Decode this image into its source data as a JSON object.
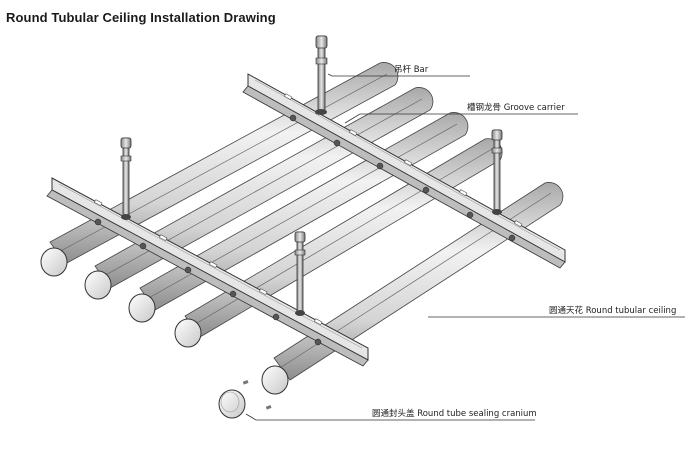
{
  "title": "Round Tubular Ceiling Installation Drawing",
  "callouts": {
    "bar": "吊杆 Bar",
    "groove_carrier": "槽钢龙骨 Groove carrier",
    "ceiling": "圆通天花 Round tubular ceiling",
    "cap": "圆通封头盖 Round tube sealing cranium"
  },
  "colors": {
    "tube_light": "#f2f2f2",
    "tube_shade": "#a9a9a9",
    "carrier": "#dcdcdc",
    "line": "#333333"
  }
}
